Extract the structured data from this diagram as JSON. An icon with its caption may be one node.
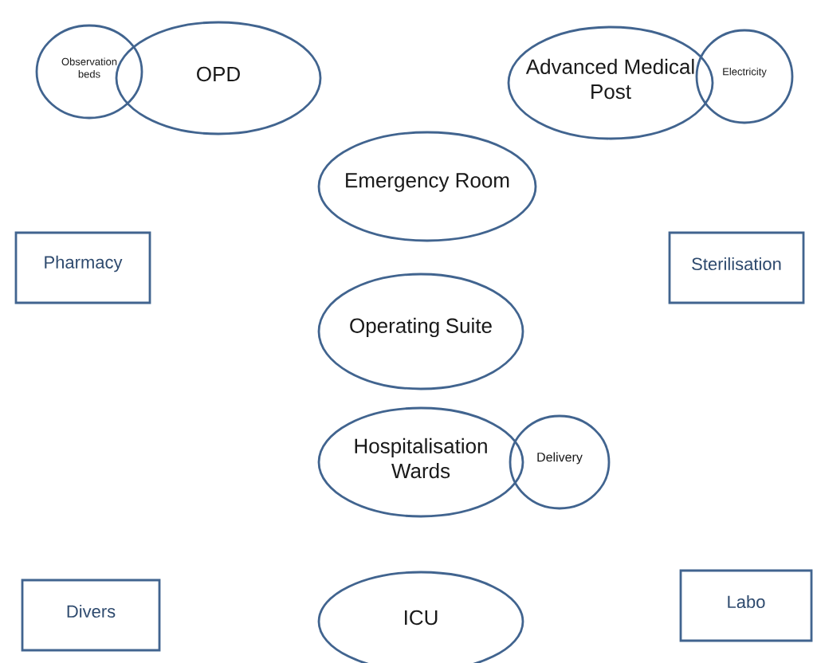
{
  "diagram": {
    "nodes": [
      {
        "text": [
          "Observation beds"
        ]
      },
      {
        "text": [
          "OPD"
        ]
      },
      {
        "text": [
          "Advanced Medical Post"
        ]
      },
      {
        "text": [
          "Electricity"
        ]
      },
      {
        "text": [
          "Emergency Room"
        ]
      },
      {
        "text": [
          "Pharmacy"
        ]
      },
      {
        "text": [
          "Sterilisation"
        ]
      },
      {
        "text": [
          "Operating Suite"
        ]
      },
      {
        "text": [
          "Hospitalisation Wards"
        ]
      },
      {
        "text": [
          "Delivery"
        ]
      },
      {
        "text": [
          "Divers"
        ]
      },
      {
        "text": [
          "ICU"
        ]
      },
      {
        "text": [
          "Labo"
        ]
      }
    ]
  }
}
